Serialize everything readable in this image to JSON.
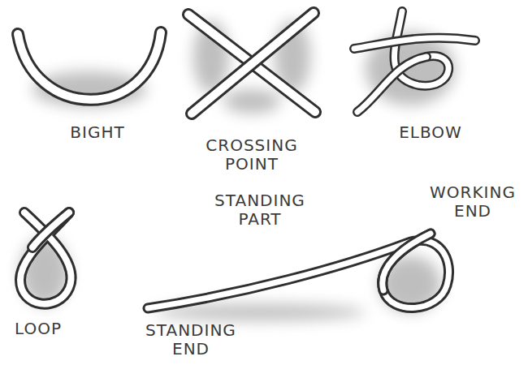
{
  "diagram": {
    "labels": [
      "BIGHT",
      "CROSSING POINT",
      "ELBOW",
      "LOOP",
      "STANDING PART",
      "WORKING END",
      "STANDING END"
    ]
  }
}
